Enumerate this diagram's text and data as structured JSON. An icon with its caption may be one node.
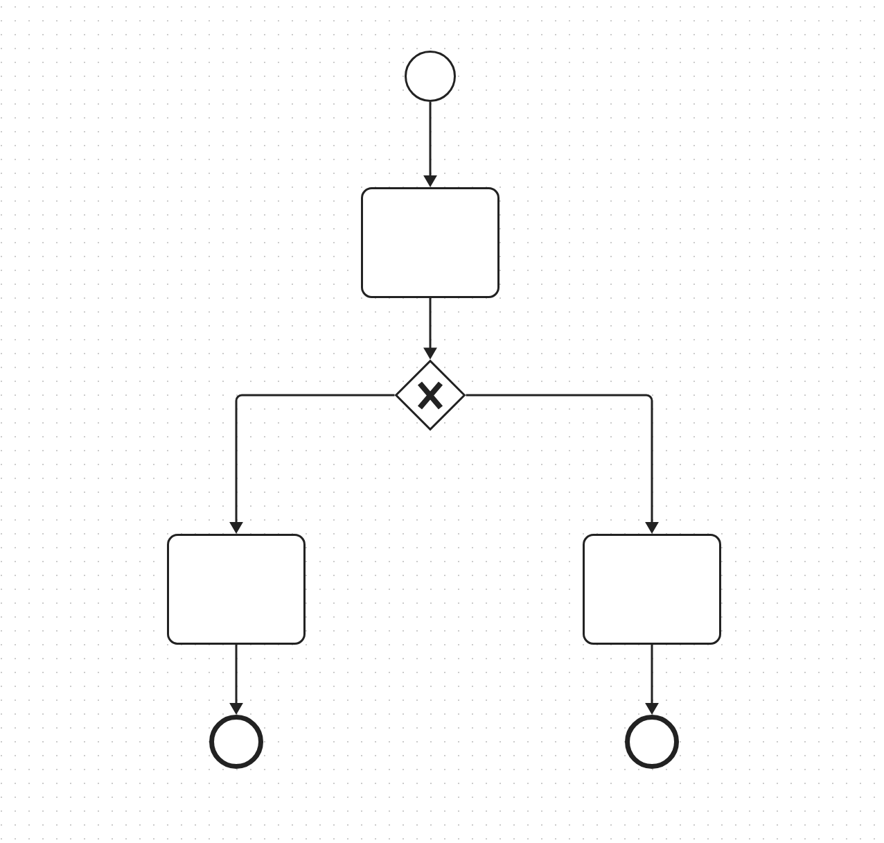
{
  "diagram": {
    "nodes": [
      {
        "text": [],
        "shape": "circle"
      },
      {
        "text": [],
        "shape": "box"
      },
      {
        "text": [],
        "shape": "diamond"
      },
      {
        "text": [],
        "shape": "box"
      },
      {
        "text": [],
        "shape": "box"
      },
      {
        "text": [],
        "shape": "circle"
      },
      {
        "text": [],
        "shape": "circle"
      }
    ],
    "edges": [
      {
        "from": 0,
        "to": 1,
        "arrow": "to"
      },
      {
        "from": 1,
        "to": 2,
        "arrow": "to"
      },
      {
        "from": 2,
        "to": 3,
        "arrow": "to"
      },
      {
        "from": 2,
        "to": 4,
        "arrow": "to"
      },
      {
        "from": 3,
        "to": 5,
        "arrow": "to"
      },
      {
        "from": 4,
        "to": 6,
        "arrow": "to"
      }
    ]
  }
}
